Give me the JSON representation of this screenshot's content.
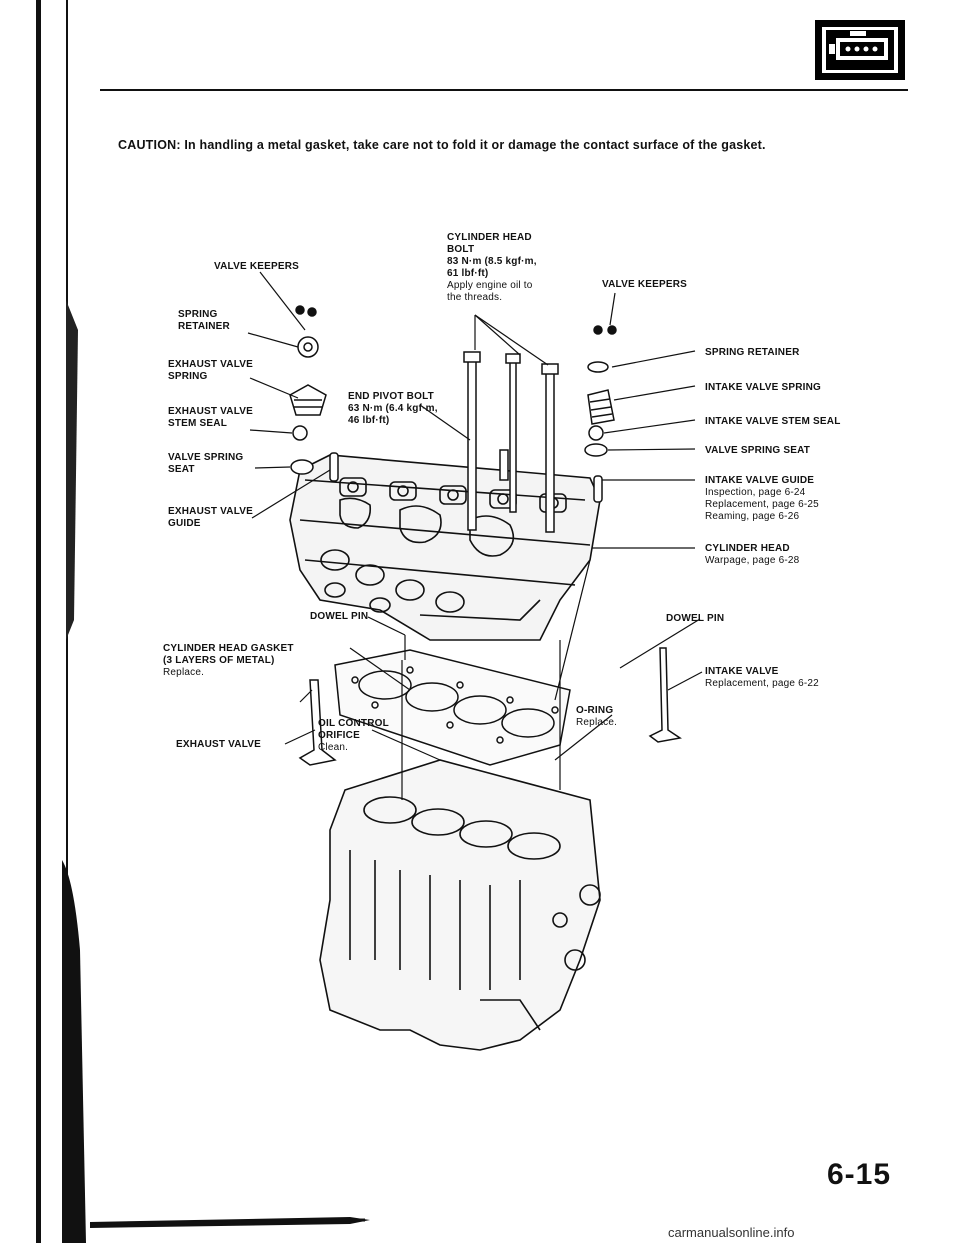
{
  "caution": "CAUTION: In handling a metal gasket, take care not to fold it or damage the contact surface of the gasket.",
  "page_number": "6-15",
  "watermark": "carmanualsonline.info",
  "labels": {
    "valve_keepers_left": "VALVE KEEPERS",
    "spring_retainer_left": [
      "SPRING",
      "RETAINER"
    ],
    "exhaust_valve_spring": [
      "EXHAUST VALVE",
      "SPRING"
    ],
    "exhaust_valve_stem_seal": [
      "EXHAUST VALVE",
      "STEM SEAL"
    ],
    "valve_spring_seat_left": [
      "VALVE SPRING",
      "SEAT"
    ],
    "exhaust_valve_guide": [
      "EXHAUST VALVE",
      "GUIDE"
    ],
    "cylinder_head_bolt": [
      "CYLINDER HEAD",
      "BOLT",
      "83 N·m (8.5 kgf·m,",
      "61 lbf·ft)"
    ],
    "cylinder_head_bolt_note": [
      "Apply engine oil to",
      "the threads."
    ],
    "end_pivot_bolt": [
      "END PIVOT BOLT",
      "63 N·m (6.4 kgf·m,",
      "46 lbf·ft)"
    ],
    "valve_keepers_right": "VALVE KEEPERS",
    "spring_retainer_right": "SPRING RETAINER",
    "intake_valve_spring": "INTAKE VALVE SPRING",
    "intake_valve_stem_seal": "INTAKE VALVE STEM SEAL",
    "valve_spring_seat_right": "VALVE SPRING SEAT",
    "intake_valve_guide": "INTAKE VALVE GUIDE",
    "intake_valve_guide_notes": [
      "Inspection, page 6-24",
      "Replacement, page 6-25",
      "Reaming, page 6-26"
    ],
    "cylinder_head": "CYLINDER HEAD",
    "cylinder_head_note": "Warpage, page 6-28",
    "dowel_pin_left": "DOWEL PIN",
    "dowel_pin_right": "DOWEL PIN",
    "cylinder_head_gasket": [
      "CYLINDER HEAD GASKET",
      "(3 LAYERS OF METAL)"
    ],
    "cylinder_head_gasket_note": "Replace.",
    "intake_valve": "INTAKE VALVE",
    "intake_valve_note": "Replacement, page 6-22",
    "o_ring": "O-RING",
    "o_ring_note": "Replace.",
    "oil_control_orifice": [
      "OIL CONTROL",
      "ORIFICE"
    ],
    "oil_control_orifice_note": "Clean.",
    "exhaust_valve": "EXHAUST VALVE"
  }
}
